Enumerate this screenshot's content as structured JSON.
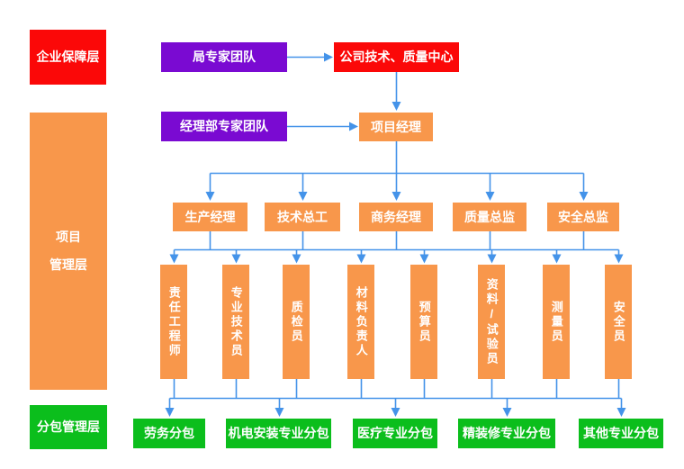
{
  "colors": {
    "red": "#FB0808",
    "purple": "#7A0AD2",
    "orange": "#F8974B",
    "green": "#0BBE1C",
    "connector_blue": "#4493E9",
    "box_text": "#FFFFFF",
    "background": "#FFFFFF"
  },
  "layers": {
    "enterprise": {
      "label": "企业保障层"
    },
    "project": {
      "lines": [
        "项目",
        "管理层"
      ]
    },
    "subcontract": {
      "label": "分包管理层"
    }
  },
  "top": {
    "bureau_team": "局专家团队",
    "company_center": "公司技术、质量中心",
    "dept_team": "经理部专家团队",
    "project_manager": "项目经理"
  },
  "managers": [
    "生产经理",
    "技术总工",
    "商务经理",
    "质量总监",
    "安全总监"
  ],
  "staff": [
    "责任工程师",
    "专业技术员",
    "质检员",
    "材料负责人",
    "预算员",
    "资料/试验员",
    "测量员",
    "安全员"
  ],
  "subcontractors": [
    "劳务分包",
    "机电安装专业分包",
    "医疗专业分包",
    "精装修专业分包",
    "其他专业分包"
  ]
}
